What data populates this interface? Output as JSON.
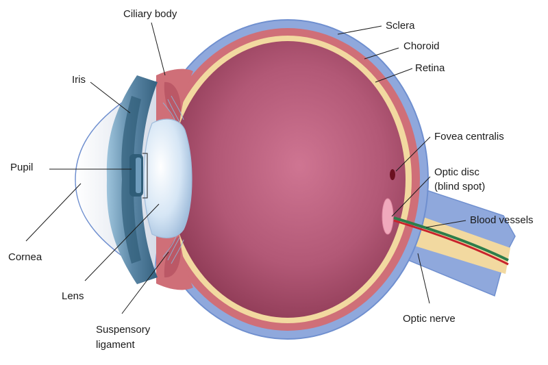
{
  "labels": {
    "ciliary_body": "Ciliary body",
    "sclera": "Sclera",
    "choroid": "Choroid",
    "retina": "Retina",
    "iris": "Iris",
    "fovea": "Fovea centralis",
    "optic_disc_line1": "Optic disc",
    "optic_disc_line2": "(blind spot)",
    "blood_vessels": "Blood vessels",
    "pupil": "Pupil",
    "cornea": "Cornea",
    "lens": "Lens",
    "suspensory_line1": "Suspensory",
    "suspensory_line2": "ligament",
    "optic_nerve": "Optic nerve"
  },
  "colors": {
    "sclera": "#8fa8dc",
    "sclera_edge": "#6f8fcf",
    "choroid": "#cf6f78",
    "retina": "#f2d9a0",
    "vitreous_center": "#c86a88",
    "vitreous_edge": "#8e3a55",
    "cornea": "#e8ecf4",
    "iris": "#5b87a6",
    "lens": "#cfe0f2",
    "pupil": "#2f5d78",
    "nerve": "#f2d9a0",
    "vessel_red": "#c8232c",
    "vessel_green": "#2e7d4a",
    "fovea": "#6b1020",
    "optic_disc": "#f0a9bc"
  }
}
